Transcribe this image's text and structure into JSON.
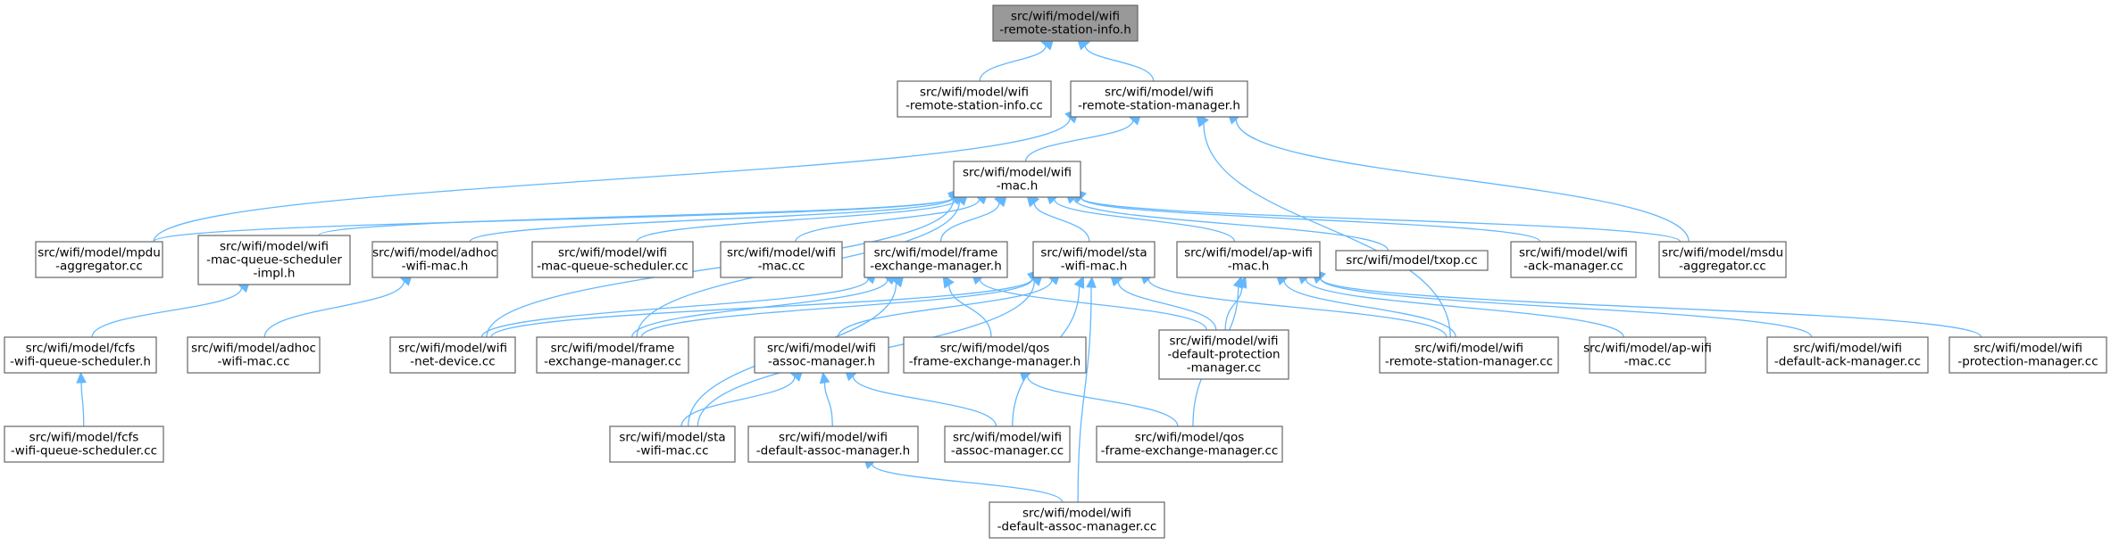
{
  "graph": {
    "nodes": [
      {
        "id": "root",
        "lines": [
          "src/wifi/model/wifi",
          "-remote-station-info.h"
        ],
        "highlighted": true
      },
      {
        "id": "rsi_cc",
        "lines": [
          "src/wifi/model/wifi",
          "-remote-station-info.cc"
        ]
      },
      {
        "id": "rsm_h",
        "lines": [
          "src/wifi/model/wifi",
          "-remote-station-manager.h"
        ]
      },
      {
        "id": "mac_h",
        "lines": [
          "src/wifi/model/wifi",
          "-mac.h"
        ]
      },
      {
        "id": "mpdu_cc",
        "lines": [
          "src/wifi/model/mpdu",
          "-aggregator.cc"
        ]
      },
      {
        "id": "mqs_impl_h",
        "lines": [
          "src/wifi/model/wifi",
          "-mac-queue-scheduler",
          "-impl.h"
        ]
      },
      {
        "id": "adhoc_h",
        "lines": [
          "src/wifi/model/adhoc",
          "-wifi-mac.h"
        ]
      },
      {
        "id": "mqs_cc",
        "lines": [
          "src/wifi/model/wifi",
          "-mac-queue-scheduler.cc"
        ]
      },
      {
        "id": "mac_cc",
        "lines": [
          "src/wifi/model/wifi",
          "-mac.cc"
        ]
      },
      {
        "id": "fem_h",
        "lines": [
          "src/wifi/model/frame",
          "-exchange-manager.h"
        ]
      },
      {
        "id": "sta_h",
        "lines": [
          "src/wifi/model/sta",
          "-wifi-mac.h"
        ]
      },
      {
        "id": "ap_h",
        "lines": [
          "src/wifi/model/ap-wifi",
          "-mac.h"
        ]
      },
      {
        "id": "txop_cc",
        "lines": [
          "src/wifi/model/txop.cc"
        ]
      },
      {
        "id": "ack_cc",
        "lines": [
          "src/wifi/model/wifi",
          "-ack-manager.cc"
        ]
      },
      {
        "id": "msdu_cc",
        "lines": [
          "src/wifi/model/msdu",
          "-aggregator.cc"
        ]
      },
      {
        "id": "fcfs_h",
        "lines": [
          "src/wifi/model/fcfs",
          "-wifi-queue-scheduler.h"
        ]
      },
      {
        "id": "adhoc_cc",
        "lines": [
          "src/wifi/model/adhoc",
          "-wifi-mac.cc"
        ]
      },
      {
        "id": "netdev_cc",
        "lines": [
          "src/wifi/model/wifi",
          "-net-device.cc"
        ]
      },
      {
        "id": "fem_cc",
        "lines": [
          "src/wifi/model/frame",
          "-exchange-manager.cc"
        ]
      },
      {
        "id": "assoc_h",
        "lines": [
          "src/wifi/model/wifi",
          "-assoc-manager.h"
        ]
      },
      {
        "id": "qos_h",
        "lines": [
          "src/wifi/model/qos",
          "-frame-exchange-manager.h"
        ]
      },
      {
        "id": "dpm_cc",
        "lines": [
          "src/wifi/model/wifi",
          "-default-protection",
          "-manager.cc"
        ]
      },
      {
        "id": "rsm_cc",
        "lines": [
          "src/wifi/model/wifi",
          "-remote-station-manager.cc"
        ]
      },
      {
        "id": "apmac_cc",
        "lines": [
          "src/wifi/model/ap-wifi",
          "-mac.cc"
        ]
      },
      {
        "id": "dack_cc",
        "lines": [
          "src/wifi/model/wifi",
          "-default-ack-manager.cc"
        ]
      },
      {
        "id": "prot_cc",
        "lines": [
          "src/wifi/model/wifi",
          "-protection-manager.cc"
        ]
      },
      {
        "id": "fcfs_cc",
        "lines": [
          "src/wifi/model/fcfs",
          "-wifi-queue-scheduler.cc"
        ]
      },
      {
        "id": "stamac_cc",
        "lines": [
          "src/wifi/model/sta",
          "-wifi-mac.cc"
        ]
      },
      {
        "id": "dassoc_h",
        "lines": [
          "src/wifi/model/wifi",
          "-default-assoc-manager.h"
        ]
      },
      {
        "id": "assoc_cc",
        "lines": [
          "src/wifi/model/wifi",
          "-assoc-manager.cc"
        ]
      },
      {
        "id": "qos_cc",
        "lines": [
          "src/wifi/model/qos",
          "-frame-exchange-manager.cc"
        ]
      },
      {
        "id": "dassoc_cc",
        "lines": [
          "src/wifi/model/wifi",
          "-default-assoc-manager.cc"
        ]
      }
    ],
    "edges": [
      [
        "rsi_cc",
        "root"
      ],
      [
        "rsm_h",
        "root"
      ],
      [
        "mac_h",
        "rsm_h"
      ],
      [
        "mpdu_cc",
        "rsm_h"
      ],
      [
        "msdu_cc",
        "rsm_h"
      ],
      [
        "rsm_cc",
        "rsm_h"
      ],
      [
        "mpdu_cc",
        "mac_h"
      ],
      [
        "mqs_impl_h",
        "mac_h"
      ],
      [
        "adhoc_h",
        "mac_h"
      ],
      [
        "mqs_cc",
        "mac_h"
      ],
      [
        "mac_cc",
        "mac_h"
      ],
      [
        "fem_h",
        "mac_h"
      ],
      [
        "sta_h",
        "mac_h"
      ],
      [
        "ap_h",
        "mac_h"
      ],
      [
        "txop_cc",
        "mac_h"
      ],
      [
        "ack_cc",
        "mac_h"
      ],
      [
        "msdu_cc",
        "mac_h"
      ],
      [
        "netdev_cc",
        "mac_h"
      ],
      [
        "fem_cc",
        "mac_h"
      ],
      [
        "fcfs_h",
        "mqs_impl_h"
      ],
      [
        "fcfs_cc",
        "fcfs_h"
      ],
      [
        "adhoc_cc",
        "adhoc_h"
      ],
      [
        "netdev_cc",
        "fem_h"
      ],
      [
        "fem_cc",
        "fem_h"
      ],
      [
        "qos_h",
        "fem_h"
      ],
      [
        "dpm_cc",
        "fem_h"
      ],
      [
        "stamac_cc",
        "fem_h"
      ],
      [
        "stamac_cc",
        "sta_h"
      ],
      [
        "netdev_cc",
        "sta_h"
      ],
      [
        "fem_cc",
        "sta_h"
      ],
      [
        "assoc_h",
        "sta_h"
      ],
      [
        "dpm_cc",
        "sta_h"
      ],
      [
        "rsm_cc",
        "sta_h"
      ],
      [
        "assoc_cc",
        "sta_h"
      ],
      [
        "dassoc_cc",
        "sta_h"
      ],
      [
        "dpm_cc",
        "ap_h"
      ],
      [
        "rsm_cc",
        "ap_h"
      ],
      [
        "apmac_cc",
        "ap_h"
      ],
      [
        "dack_cc",
        "ap_h"
      ],
      [
        "prot_cc",
        "ap_h"
      ],
      [
        "qos_cc",
        "ap_h"
      ],
      [
        "stamac_cc",
        "assoc_h"
      ],
      [
        "dassoc_h",
        "assoc_h"
      ],
      [
        "assoc_cc",
        "assoc_h"
      ],
      [
        "qos_cc",
        "qos_h"
      ],
      [
        "dassoc_cc",
        "dassoc_h"
      ]
    ]
  }
}
